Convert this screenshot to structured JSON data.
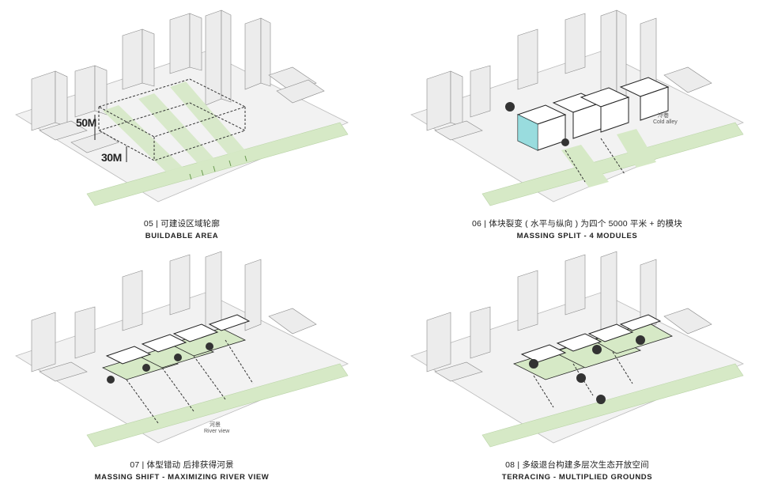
{
  "panels": [
    {
      "id": "p05",
      "title_cn": "05 | 可建设区域轮廓",
      "title_en": "BUILDABLE AREA",
      "labels": {
        "h50": "50M",
        "h30": "30M"
      }
    },
    {
      "id": "p06",
      "title_cn": "06 | 体块裂变 ( 水平与纵向 ) 为四个 5000 平米 + 的模块",
      "title_en": "MASSING SPLIT - 4 MODULES",
      "labels": {
        "alley_cn": "冷巷",
        "alley_en": "Cold alley"
      }
    },
    {
      "id": "p07",
      "title_cn": "07 | 体型错动  后排获得河景",
      "title_en": "MASSING SHIFT - MAXIMIZING RIVER VIEW",
      "labels": {
        "river_cn": "河景",
        "river_en": "River view"
      }
    },
    {
      "id": "p08",
      "title_cn": "08 | 多级退台构建多层次生态开放空间",
      "title_en": "TERRACING - MULTIPLIED GROUNDS",
      "labels": {}
    }
  ],
  "colors": {
    "green": "#d6e9c6",
    "river": "#e3f0d8",
    "accent_cyan": "#7fd3d6",
    "line": "#555555"
  }
}
